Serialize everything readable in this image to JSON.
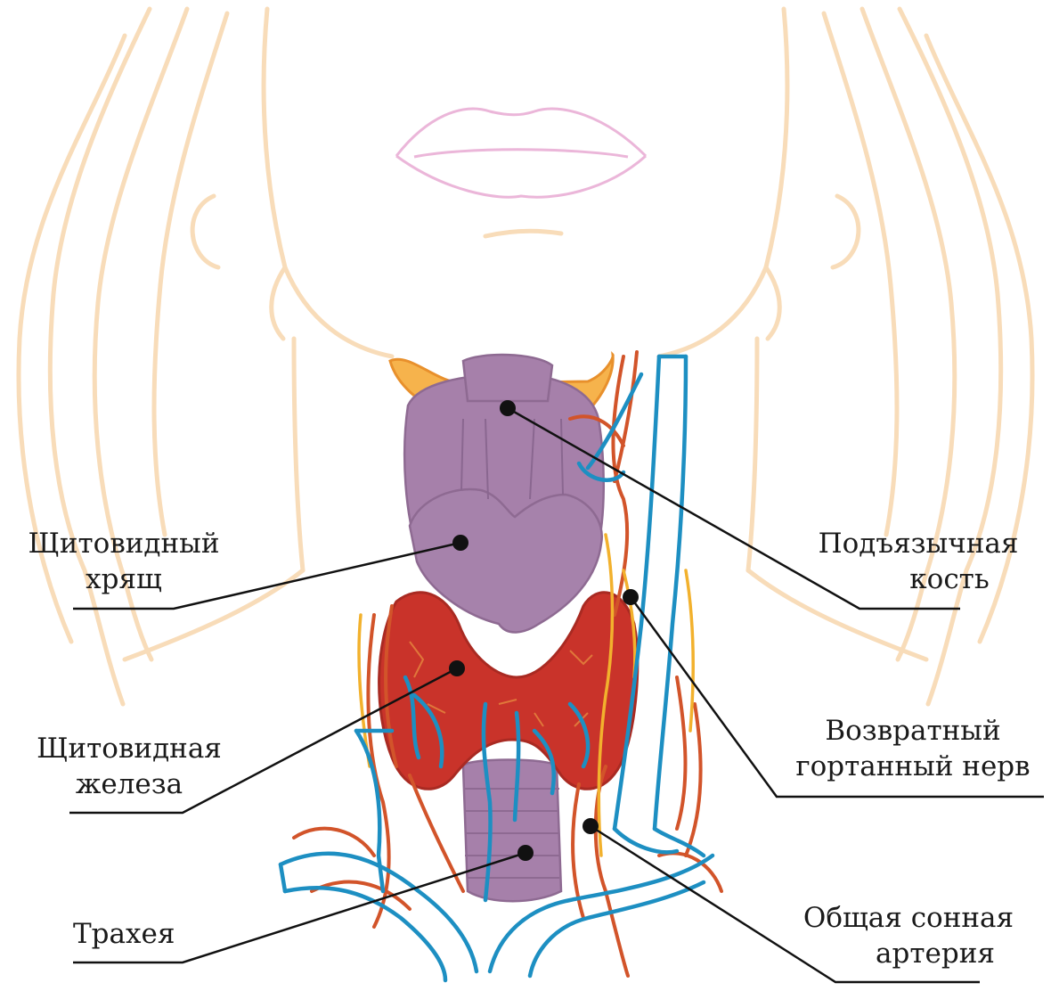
{
  "labels": {
    "thyroid_cartilage": [
      "Щитовидный",
      "хрящ"
    ],
    "hyoid_bone": [
      "Подъязычная",
      "кость"
    ],
    "recurrent_laryngeal_nerve": [
      "Возвратный",
      "гортанный нерв"
    ],
    "thyroid_gland": [
      "Щитовидная",
      "железа"
    ],
    "trachea": [
      "Трахея"
    ],
    "common_carotid_artery": [
      "Общая сонная",
      "артерия"
    ]
  },
  "colors": {
    "skin_outline": "#f8dcb9",
    "lips": "#ebb6d9",
    "hyoid": "#f6b34c",
    "cartilage": "#a680aa",
    "gland": "#c9332a",
    "vein": "#1d8fc2",
    "artery": "#d2542a",
    "nerve": "#f2b12d",
    "leader": "#111111"
  }
}
